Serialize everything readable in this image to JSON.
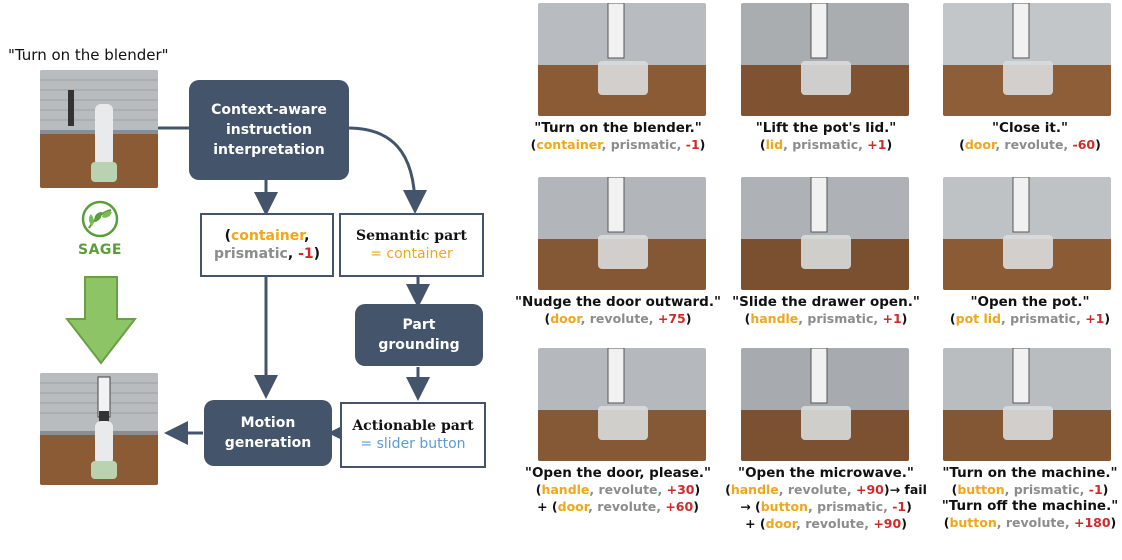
{
  "left": {
    "instruction": "\"Turn on the blender\"",
    "logo_label": "SAGE",
    "boxes": {
      "interpretation": [
        "Context-aware",
        "instruction",
        "interpretation"
      ],
      "triple": {
        "open": "(",
        "part": "container",
        "sep1": ",",
        "joint": "prismatic",
        "sep2": ",",
        "value": "-1",
        "close": ")"
      },
      "semantic": {
        "title": "Semantic part",
        "value": "= container"
      },
      "grounding": [
        "Part",
        "grounding"
      ],
      "actionable": {
        "title": "Actionable part",
        "value": "= slider button"
      },
      "motion": [
        "Motion",
        "generation"
      ]
    }
  },
  "grid": [
    {
      "quote": "\"Turn on the blender.\"",
      "lines": [
        [
          {
            "t": "(",
            "c": "p"
          },
          {
            "t": "container",
            "c": "orange"
          },
          {
            "t": ", prismatic, ",
            "c": "k"
          },
          {
            "t": "-1",
            "c": "red"
          },
          {
            "t": ")",
            "c": "p"
          }
        ]
      ]
    },
    {
      "quote": "\"Lift the pot's lid.\"",
      "lines": [
        [
          {
            "t": "(",
            "c": "p"
          },
          {
            "t": "lid",
            "c": "orange"
          },
          {
            "t": ", prismatic, ",
            "c": "k"
          },
          {
            "t": "+1",
            "c": "red"
          },
          {
            "t": ")",
            "c": "p"
          }
        ]
      ]
    },
    {
      "quote": "\"Close it.\"",
      "lines": [
        [
          {
            "t": "(",
            "c": "p"
          },
          {
            "t": "door",
            "c": "orange"
          },
          {
            "t": ", revolute, ",
            "c": "k"
          },
          {
            "t": "-60",
            "c": "red"
          },
          {
            "t": ")",
            "c": "p"
          }
        ]
      ]
    },
    {
      "quote": "\"Nudge the door outward.\"",
      "lines": [
        [
          {
            "t": "(",
            "c": "p"
          },
          {
            "t": "door",
            "c": "orange"
          },
          {
            "t": ", revolute, ",
            "c": "k"
          },
          {
            "t": "+75",
            "c": "red"
          },
          {
            "t": ")",
            "c": "p"
          }
        ]
      ]
    },
    {
      "quote": "\"Slide the drawer open.\"",
      "lines": [
        [
          {
            "t": "(",
            "c": "p"
          },
          {
            "t": "handle",
            "c": "orange"
          },
          {
            "t": ", prismatic, ",
            "c": "k"
          },
          {
            "t": "+1",
            "c": "red"
          },
          {
            "t": ")",
            "c": "p"
          }
        ]
      ]
    },
    {
      "quote": "\"Open the pot.\"",
      "lines": [
        [
          {
            "t": "(",
            "c": "p"
          },
          {
            "t": "pot lid",
            "c": "orange"
          },
          {
            "t": ", prismatic, ",
            "c": "k"
          },
          {
            "t": "+1",
            "c": "red"
          },
          {
            "t": ")",
            "c": "p"
          }
        ]
      ]
    },
    {
      "quote": "\"Open the door, please.\"",
      "lines": [
        [
          {
            "t": "(",
            "c": "p"
          },
          {
            "t": "handle",
            "c": "orange"
          },
          {
            "t": ", revolute, ",
            "c": "k"
          },
          {
            "t": "+30",
            "c": "red"
          },
          {
            "t": ")",
            "c": "p"
          }
        ],
        [
          {
            "t": "+ (",
            "c": "p"
          },
          {
            "t": "door",
            "c": "orange"
          },
          {
            "t": ", revolute, ",
            "c": "k"
          },
          {
            "t": "+60",
            "c": "red"
          },
          {
            "t": ")",
            "c": "p"
          }
        ]
      ]
    },
    {
      "quote": "\"Open the microwave.\"",
      "lines": [
        [
          {
            "t": "(",
            "c": "p"
          },
          {
            "t": "handle",
            "c": "orange"
          },
          {
            "t": ", revolute, ",
            "c": "k"
          },
          {
            "t": "+90",
            "c": "red"
          },
          {
            "t": ")→ fail",
            "c": "p"
          }
        ],
        [
          {
            "t": "→ (",
            "c": "p"
          },
          {
            "t": "button",
            "c": "orange"
          },
          {
            "t": ", prismatic, ",
            "c": "k"
          },
          {
            "t": "-1",
            "c": "red"
          },
          {
            "t": ")",
            "c": "p"
          }
        ],
        [
          {
            "t": "+ (",
            "c": "p"
          },
          {
            "t": "door",
            "c": "orange"
          },
          {
            "t": ", revolute, ",
            "c": "k"
          },
          {
            "t": "+90",
            "c": "red"
          },
          {
            "t": ")",
            "c": "p"
          }
        ]
      ]
    },
    {
      "quote": "\"Turn on the machine.\"",
      "lines": [
        [
          {
            "t": "(",
            "c": "p"
          },
          {
            "t": "button",
            "c": "orange"
          },
          {
            "t": ", prismatic, ",
            "c": "k"
          },
          {
            "t": "-1",
            "c": "red"
          },
          {
            "t": ")",
            "c": "p"
          }
        ]
      ],
      "quote2": "\"Turn off the machine.\"",
      "lines2": [
        [
          {
            "t": "(",
            "c": "p"
          },
          {
            "t": "button",
            "c": "orange"
          },
          {
            "t": ", revolute, ",
            "c": "k"
          },
          {
            "t": "+180",
            "c": "red"
          },
          {
            "t": ")",
            "c": "p"
          }
        ]
      ]
    }
  ],
  "colors": {
    "dark_box": "#44546a",
    "arrow_green": "#8cc466",
    "orange": "#f0a71a",
    "red": "#d22a2a",
    "gray": "#8c8c8c",
    "blue": "#5b9bd5"
  }
}
